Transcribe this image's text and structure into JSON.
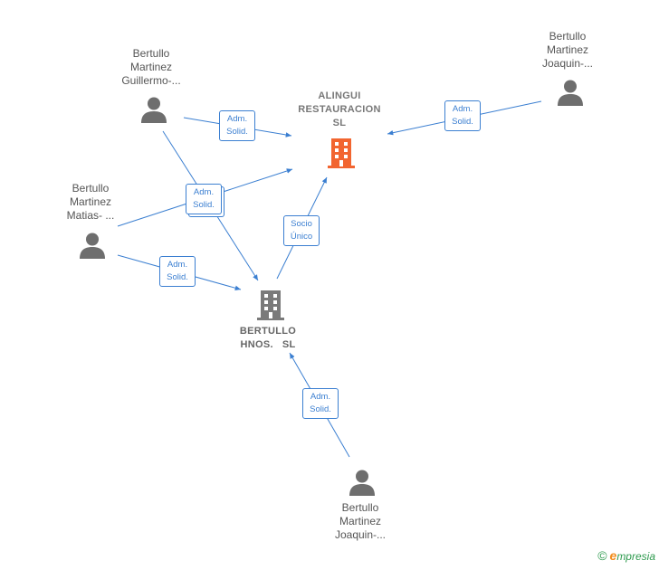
{
  "nodes": {
    "alingui": {
      "name_line1": "ALINGUI",
      "name_line2": "RESTAURACION",
      "name_line3": "SL",
      "color": "#f26530"
    },
    "bertullo_hnos": {
      "name_line1": "BERTULLO",
      "name_line2": "HNOS.   SL",
      "color": "#7a7a7a"
    },
    "guillermo": {
      "line1": "Bertullo",
      "line2": "Martinez",
      "line3": "Guillermo-..."
    },
    "joaquin_top": {
      "line1": "Bertullo",
      "line2": "Martinez",
      "line3": "Joaquin-..."
    },
    "matias": {
      "line1": "Bertullo",
      "line2": "Martinez",
      "line3": "Matias- ..."
    },
    "joaquin_bottom": {
      "line1": "Bertullo",
      "line2": "Martinez",
      "line3": "Joaquin-..."
    }
  },
  "edges": {
    "guillermo_alingui": {
      "line1": "Adm.",
      "line2": "Solid."
    },
    "joaquin_top_alingui": {
      "line1": "Adm.",
      "line2": "Solid."
    },
    "matias_guillermo_stack": {
      "line1": "Adm.",
      "line2": "Solid."
    },
    "matias_hnos": {
      "line1": "Adm.",
      "line2": "Solid."
    },
    "hnos_alingui": {
      "line1": "Socio",
      "line2": "Único"
    },
    "joaquin_bottom_hnos": {
      "line1": "Adm.",
      "line2": "Solid."
    }
  },
  "colors": {
    "edge": "#3b7fd1",
    "person": "#6e6e6e"
  },
  "brand": {
    "copyright": "©",
    "initial": "e",
    "name": "mpresia"
  }
}
